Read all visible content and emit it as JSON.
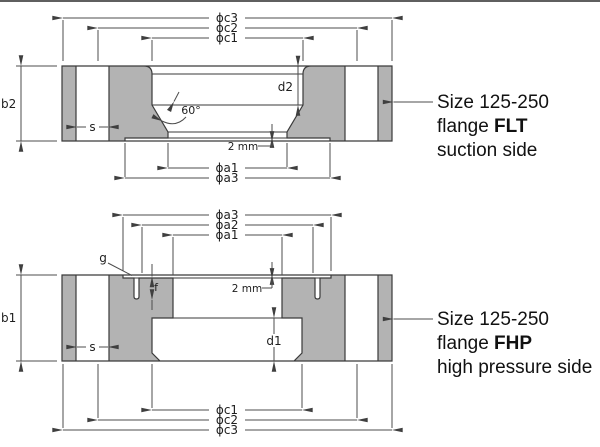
{
  "flt": {
    "dim_oc3": "ϕc3",
    "dim_oc2": "ϕc2",
    "dim_oc1": "ϕc1",
    "dim_oa1": "ϕa1",
    "dim_oa3": "ϕa3",
    "dim_b": "b2",
    "dim_s": "s",
    "dim_d": "d2",
    "angle": "60°",
    "two_mm": "2 mm",
    "caption": {
      "line1": "Size 125-250",
      "line2_plain": "flange ",
      "line2_bold": "FLT",
      "line3": "suction side"
    }
  },
  "fhp": {
    "dim_oa3": "ϕa3",
    "dim_oa2": "ϕa2",
    "dim_oa1": "ϕa1",
    "dim_oc1": "ϕc1",
    "dim_oc2": "ϕc2",
    "dim_oc3": "ϕc3",
    "dim_b": "b1",
    "dim_s": "s",
    "dim_d": "d1",
    "dim_f": "f",
    "dim_g": "g",
    "two_mm": "2 mm",
    "caption": {
      "line1": "Size 125-250",
      "line2_plain": "flange ",
      "line2_bold": "FHP",
      "line3": "high pressure side"
    }
  }
}
